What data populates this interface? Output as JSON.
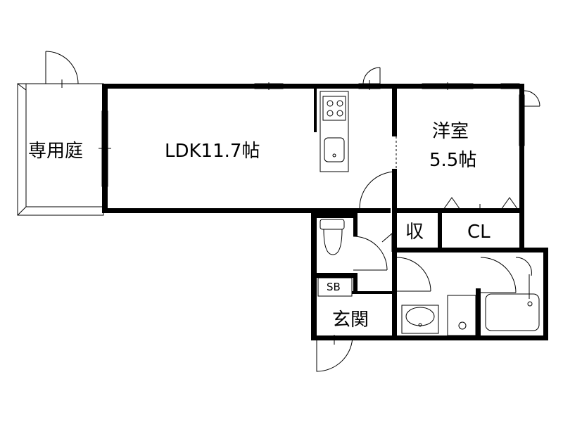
{
  "rooms": {
    "garden": "専用庭",
    "ldk": "LDK11.7帖",
    "western_room_name": "洋室",
    "western_room_size": "5.5帖",
    "storage": "収",
    "closet": "CL",
    "shoe_box": "SB",
    "entrance": "玄関"
  },
  "colors": {
    "wall": "#000000",
    "background": "#ffffff"
  }
}
